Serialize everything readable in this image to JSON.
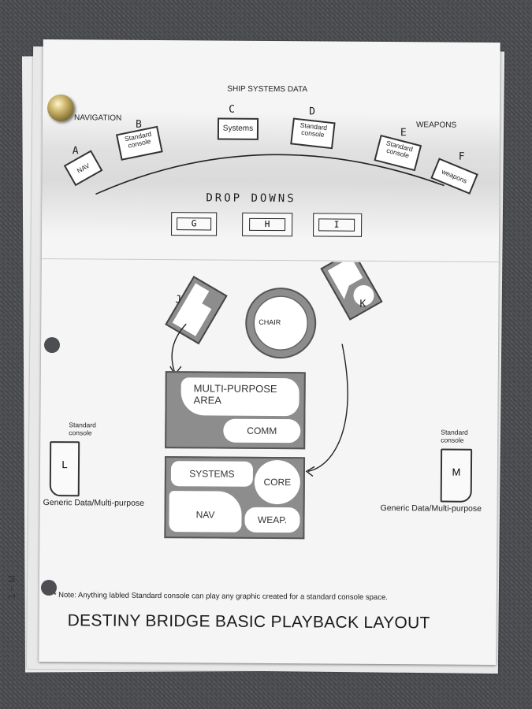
{
  "header": {
    "title": "SHIP SYSTEMS DATA",
    "left_group": "NAVIGATION",
    "right_group": "WEAPONS"
  },
  "stations": {
    "A": {
      "letter": "A",
      "label": "NAV"
    },
    "B": {
      "letter": "B",
      "label": "Standard console"
    },
    "C": {
      "letter": "C",
      "label": "Systems"
    },
    "D": {
      "letter": "D",
      "label": "Standard console"
    },
    "E": {
      "letter": "E",
      "label": "Standard console"
    },
    "F": {
      "letter": "F",
      "label": "weapons"
    }
  },
  "drop_downs": {
    "heading": "DROP DOWNS",
    "items": [
      "G",
      "H",
      "I"
    ]
  },
  "center": {
    "j_letter": "J",
    "k_letter": "K",
    "chair": "CHAIR",
    "upper_panel": {
      "main": "MULTI-PURPOSE AREA",
      "comm": "COMM"
    },
    "lower_panel": {
      "systems": "SYSTEMS",
      "core": "CORE",
      "nav": "NAV",
      "weap": "WEAP."
    }
  },
  "side_consoles": {
    "left": {
      "heading": "Standard console",
      "letter": "L",
      "caption": "Generic Data/Multi-purpose"
    },
    "right": {
      "heading": "Standard console",
      "letter": "M",
      "caption": "Generic Data/Multi-purpose"
    }
  },
  "note": "* Note: Anything labled Standard console can play any graphic created for a standard console space.",
  "footer_title": "DESTINY BRIDGE BASIC PLAYBACK LAYOUT",
  "margin_scribble": "1 ~ M"
}
